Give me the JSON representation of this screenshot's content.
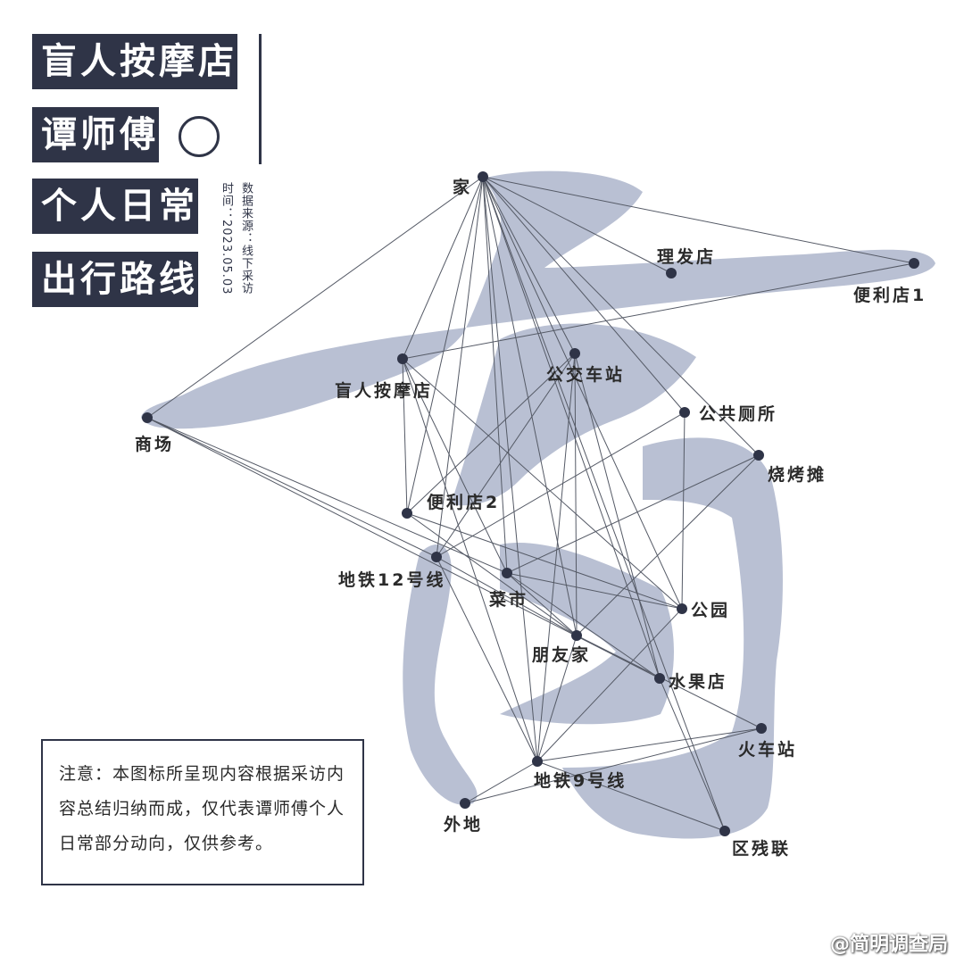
{
  "title": {
    "line1": "盲人按摩店",
    "line2": "谭师傅",
    "line3": "个人日常",
    "line4": "出行路线"
  },
  "meta": {
    "source": "数据来源：线下采访",
    "date": "时间：2023.05.03"
  },
  "note": "注意：本图标所呈现内容根据采访内容总结归纳而成，仅代表谭师傅个人日常部分动向，仅供参考。",
  "watermark": "@简明调查局",
  "colors": {
    "dark": "#2f3447",
    "brush": "#b9c0d3",
    "line": "#555a66"
  },
  "nodes": [
    {
      "id": "home",
      "label": "家"
    },
    {
      "id": "barber",
      "label": "理发店"
    },
    {
      "id": "conv1",
      "label": "便利店1"
    },
    {
      "id": "massage",
      "label": "盲人按摩店"
    },
    {
      "id": "bus",
      "label": "公交车站"
    },
    {
      "id": "toilet",
      "label": "公共厕所"
    },
    {
      "id": "mall",
      "label": "商场"
    },
    {
      "id": "bbq",
      "label": "烧烤摊"
    },
    {
      "id": "conv2",
      "label": "便利店2"
    },
    {
      "id": "metro12",
      "label": "地铁12号线"
    },
    {
      "id": "market",
      "label": "菜市"
    },
    {
      "id": "park",
      "label": "公园"
    },
    {
      "id": "friend",
      "label": "朋友家"
    },
    {
      "id": "fruit",
      "label": "水果店"
    },
    {
      "id": "train",
      "label": "火车站"
    },
    {
      "id": "metro9",
      "label": "地铁9号线"
    },
    {
      "id": "outside",
      "label": "外地"
    },
    {
      "id": "federation",
      "label": "区残联"
    }
  ],
  "edges": [
    [
      "home",
      "barber"
    ],
    [
      "home",
      "conv1"
    ],
    [
      "home",
      "massage"
    ],
    [
      "home",
      "bus"
    ],
    [
      "home",
      "toilet"
    ],
    [
      "home",
      "mall"
    ],
    [
      "home",
      "bbq"
    ],
    [
      "home",
      "conv2"
    ],
    [
      "home",
      "metro12"
    ],
    [
      "home",
      "market"
    ],
    [
      "home",
      "park"
    ],
    [
      "home",
      "friend"
    ],
    [
      "home",
      "fruit"
    ],
    [
      "home",
      "metro9"
    ],
    [
      "home",
      "federation"
    ],
    [
      "massage",
      "conv1"
    ],
    [
      "massage",
      "conv2"
    ],
    [
      "massage",
      "market"
    ],
    [
      "massage",
      "park"
    ],
    [
      "massage",
      "metro9"
    ],
    [
      "mall",
      "market"
    ],
    [
      "mall",
      "metro12"
    ],
    [
      "mall",
      "fruit"
    ],
    [
      "conv2",
      "bus"
    ],
    [
      "conv2",
      "park"
    ],
    [
      "conv2",
      "friend"
    ],
    [
      "bus",
      "friend"
    ],
    [
      "bus",
      "fruit"
    ],
    [
      "bus",
      "metro12"
    ],
    [
      "bus",
      "metro9"
    ],
    [
      "toilet",
      "park"
    ],
    [
      "toilet",
      "metro12"
    ],
    [
      "bbq",
      "friend"
    ],
    [
      "bbq",
      "market"
    ],
    [
      "metro12",
      "metro9"
    ],
    [
      "metro12",
      "friend"
    ],
    [
      "market",
      "park"
    ],
    [
      "market",
      "fruit"
    ],
    [
      "market",
      "friend"
    ],
    [
      "park",
      "metro9"
    ],
    [
      "friend",
      "metro9"
    ],
    [
      "friend",
      "train"
    ],
    [
      "metro9",
      "train"
    ],
    [
      "metro9",
      "outside"
    ],
    [
      "outside",
      "train"
    ],
    [
      "metro9",
      "federation"
    ],
    [
      "fruit",
      "federation"
    ]
  ]
}
